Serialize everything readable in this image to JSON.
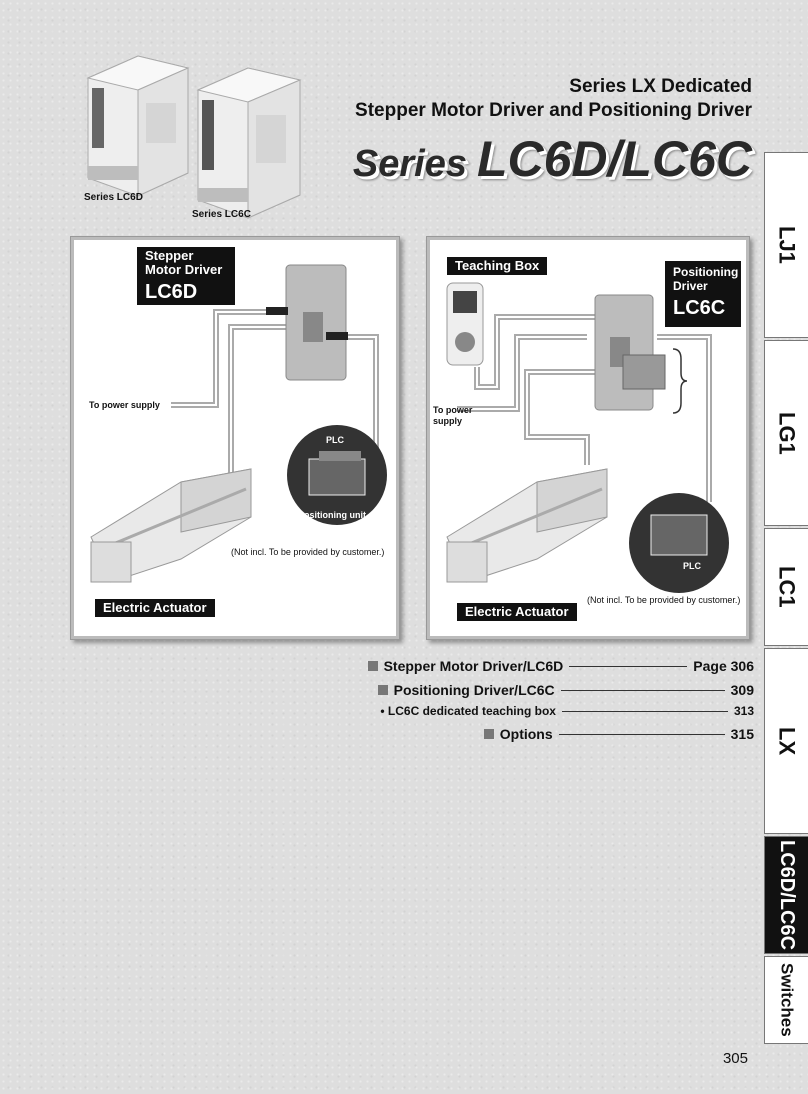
{
  "header": {
    "line1": "Series LX Dedicated",
    "line2": "Stepper Motor Driver and Positioning Driver",
    "series_word": "Series",
    "series_name": "LC6D/LC6C"
  },
  "products": {
    "lc6d_caption": "Series LC6D",
    "lc6c_caption": "Series LC6C"
  },
  "left_panel": {
    "title": "Stepper Motor Driver",
    "model": "LC6D",
    "power_label": "To power supply",
    "plc_label": "PLC",
    "positioning_unit_label": "Positioning unit",
    "note": "(Not incl. To be provided by customer.)",
    "actuator_label": "Electric Actuator"
  },
  "right_panel": {
    "teaching_box_label": "Teaching Box",
    "title": "Positioning Driver",
    "model": "LC6C",
    "power_label": "To power supply",
    "plc_label": "PLC",
    "note": "(Not incl. To be provided by customer.)",
    "actuator_label": "Electric Actuator"
  },
  "contents": [
    {
      "label": "Stepper Motor Driver/LC6D",
      "page": "Page 306",
      "bullet": "square"
    },
    {
      "label": "Positioning Driver/LC6C",
      "page": "309",
      "bullet": "square"
    },
    {
      "label": "• LC6C dedicated teaching box",
      "page": "313",
      "bullet": "none"
    },
    {
      "label": "Options",
      "page": "315",
      "bullet": "square"
    }
  ],
  "side_tabs": [
    "LJ1",
    "LG1",
    "LC1",
    "LX",
    "LC6D/LC6C",
    "Switches"
  ],
  "active_tab": "LC6D/LC6C",
  "page_number": "305",
  "colors": {
    "tab_active_bg": "#111111",
    "accent_square": "#777777"
  }
}
